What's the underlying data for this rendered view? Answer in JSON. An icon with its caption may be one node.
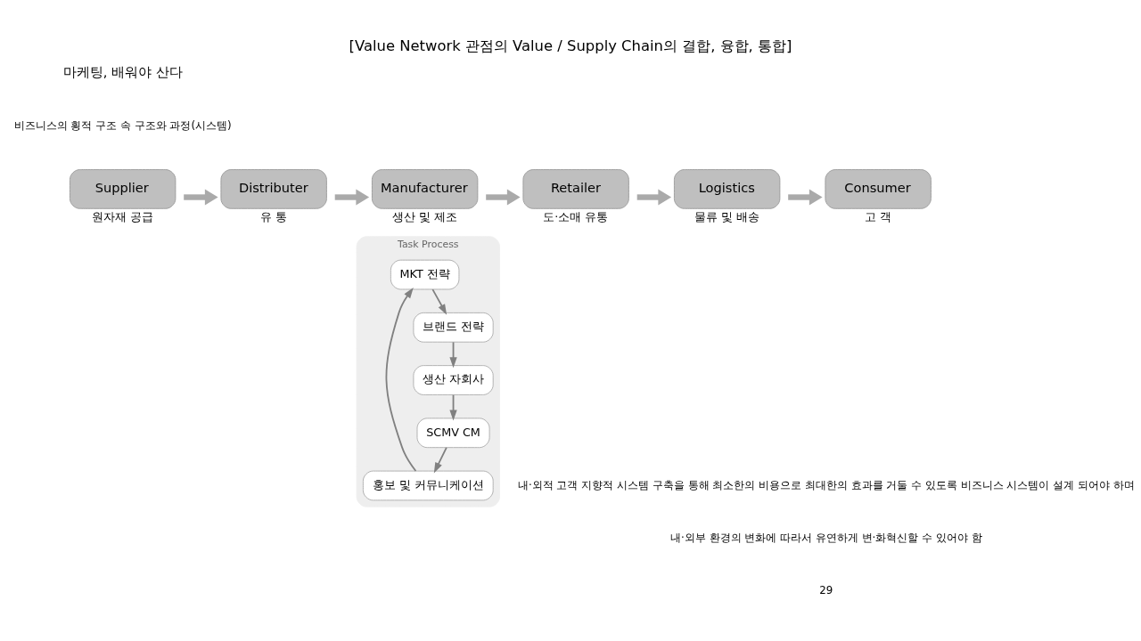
{
  "diagram": {
    "title": "[Value Network 관점의 Value / Supply Chain의 결합, 융합, 통합]",
    "nodes": [
      {
        "text": [
          "Supplier"
        ],
        "beside": [
          "원자재 공급"
        ]
      },
      {
        "text": [
          "Distributer"
        ],
        "beside": [
          "유 통"
        ]
      },
      {
        "text": [
          "Manufacturer"
        ],
        "beside": [
          "생산 및 제조"
        ]
      },
      {
        "text": [
          "Retailer"
        ],
        "beside": [
          "도·소매 유통"
        ]
      },
      {
        "text": [
          "Logistics"
        ],
        "beside": [
          "물류 및 배송"
        ]
      },
      {
        "text": [
          "Consumer"
        ],
        "beside": [
          "고 객"
        ]
      },
      {
        "text": [
          "Task Process"
        ]
      },
      {
        "text": [
          "MKT 전략"
        ],
        "in": 6
      },
      {
        "text": [
          "브랜드 전략"
        ],
        "in": 6
      },
      {
        "text": [
          "홍보 및 커뮤니케이션"
        ],
        "in": 6
      },
      {
        "text": [
          "생산 자회사"
        ],
        "in": 6
      },
      {
        "text": [
          "SCMV CM"
        ],
        "in": 6
      }
    ],
    "edges": [
      {
        "from": 0,
        "to": 1,
        "arrow": "to",
        "style": "thick"
      },
      {
        "from": 1,
        "to": 2,
        "arrow": "to",
        "style": "thick"
      },
      {
        "from": 2,
        "to": 3,
        "arrow": "to",
        "style": "thick"
      },
      {
        "from": 3,
        "to": 4,
        "arrow": "to",
        "style": "thick"
      },
      {
        "from": 4,
        "to": 5,
        "arrow": "to",
        "style": "thick"
      },
      {
        "from": 7,
        "to": 8,
        "arrow": "to"
      },
      {
        "from": 8,
        "to": 10,
        "arrow": "to"
      },
      {
        "from": 10,
        "to": 11,
        "arrow": "to"
      },
      {
        "from": 11,
        "to": 9,
        "arrow": "to"
      },
      {
        "from": 9,
        "to": 7,
        "arrow": "to"
      }
    ],
    "labels": [
      "마케팅, 배워야 산다",
      "비즈니스의 횡적 구조 속 구조와 과정(시스템)",
      "내·외적 고객 지향적 시스템 구축을 통해 최소한의 비용으로 최대한의 효과를 거둘 수 있도록 비즈니스 시스템이 설계 되어야 하며",
      "내·외부 환경의 변화에 따라서 유연하게 변·화혁신할 수 있어야 함",
      "29"
    ]
  }
}
